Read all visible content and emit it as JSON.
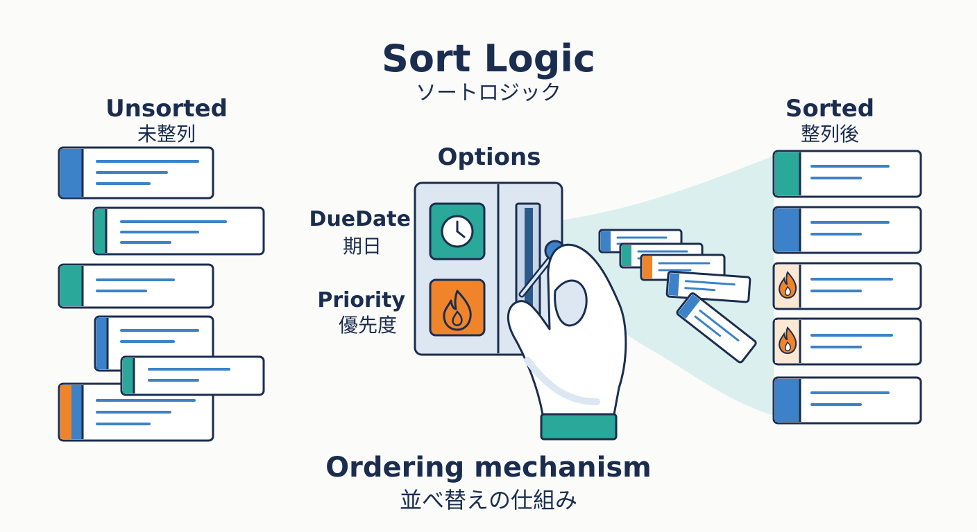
{
  "title": "Sort Logic",
  "title_ja": "ソートロジック",
  "unsorted": {
    "title": "Unsorted",
    "subtitle": "未整列"
  },
  "sorted": {
    "title": "Sorted",
    "subtitle": "整列後"
  },
  "options": {
    "title": "Options",
    "due_date": {
      "label": "DueDate",
      "sublabel": "期日",
      "icon": "clock-icon"
    },
    "priority": {
      "label": "Priority",
      "sublabel": "優先度",
      "icon": "flame-icon"
    }
  },
  "footer": {
    "title": "Ordering mechanism",
    "subtitle": "並べ替えの仕組み"
  },
  "colors": {
    "navy": "#1b2d4f",
    "blue": "#3b82c8",
    "teal": "#2aa89a",
    "orange": "#f0842a",
    "panel": "#dde7f2",
    "flow": "#d3ecec"
  }
}
